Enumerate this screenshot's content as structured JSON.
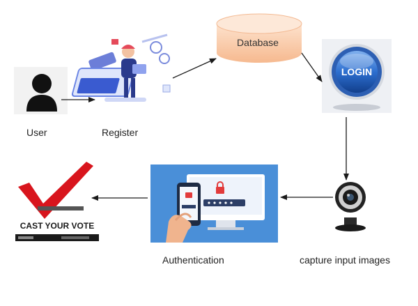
{
  "nodes": {
    "user": {
      "label": "User"
    },
    "register": {
      "label": "Register"
    },
    "database": {
      "label": "Database"
    },
    "login": {
      "label": "LOGIN"
    },
    "capture": {
      "label": "capture input images"
    },
    "authentication": {
      "label": "Authentication"
    },
    "vote": {
      "label": "CAST YOUR VOTE"
    }
  },
  "colors": {
    "database_fill": "#fcd3b6",
    "login_ring": "#2d5fb3",
    "auth_bg": "#4a8fd8",
    "check_red": "#d8151d",
    "arrow": "#1a1a1a"
  },
  "edges": [
    {
      "from": "user",
      "to": "register"
    },
    {
      "from": "register",
      "to": "database"
    },
    {
      "from": "database",
      "to": "login"
    },
    {
      "from": "login",
      "to": "capture"
    },
    {
      "from": "capture",
      "to": "authentication"
    },
    {
      "from": "authentication",
      "to": "vote"
    }
  ]
}
